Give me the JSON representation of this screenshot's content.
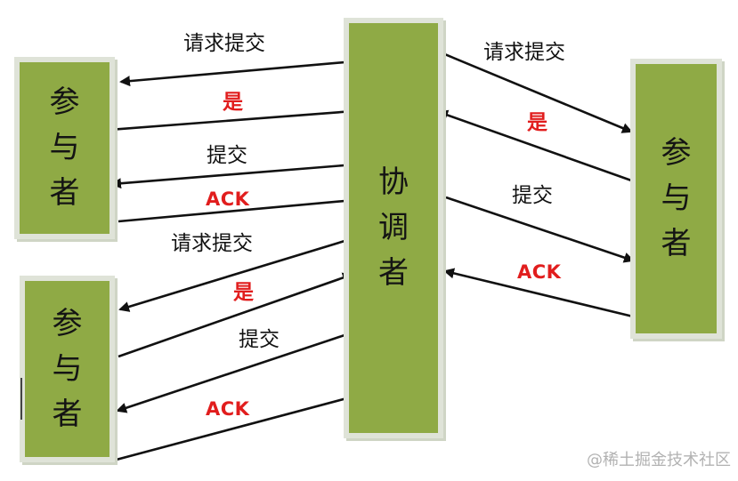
{
  "participant_label_chars": [
    "参",
    "与",
    "者"
  ],
  "coordinator_label_chars": [
    "协",
    "调",
    "者"
  ],
  "messages": {
    "request_commit": "请求提交",
    "yes": "是",
    "commit": "提交",
    "ack": "ACK"
  },
  "watermark": "@稀土掘金技术社区",
  "colors": {
    "node_fill": "#8faa45",
    "node_border": "#dfe3d8",
    "arrow": "#111111",
    "highlight_text": "#e11d1d"
  }
}
